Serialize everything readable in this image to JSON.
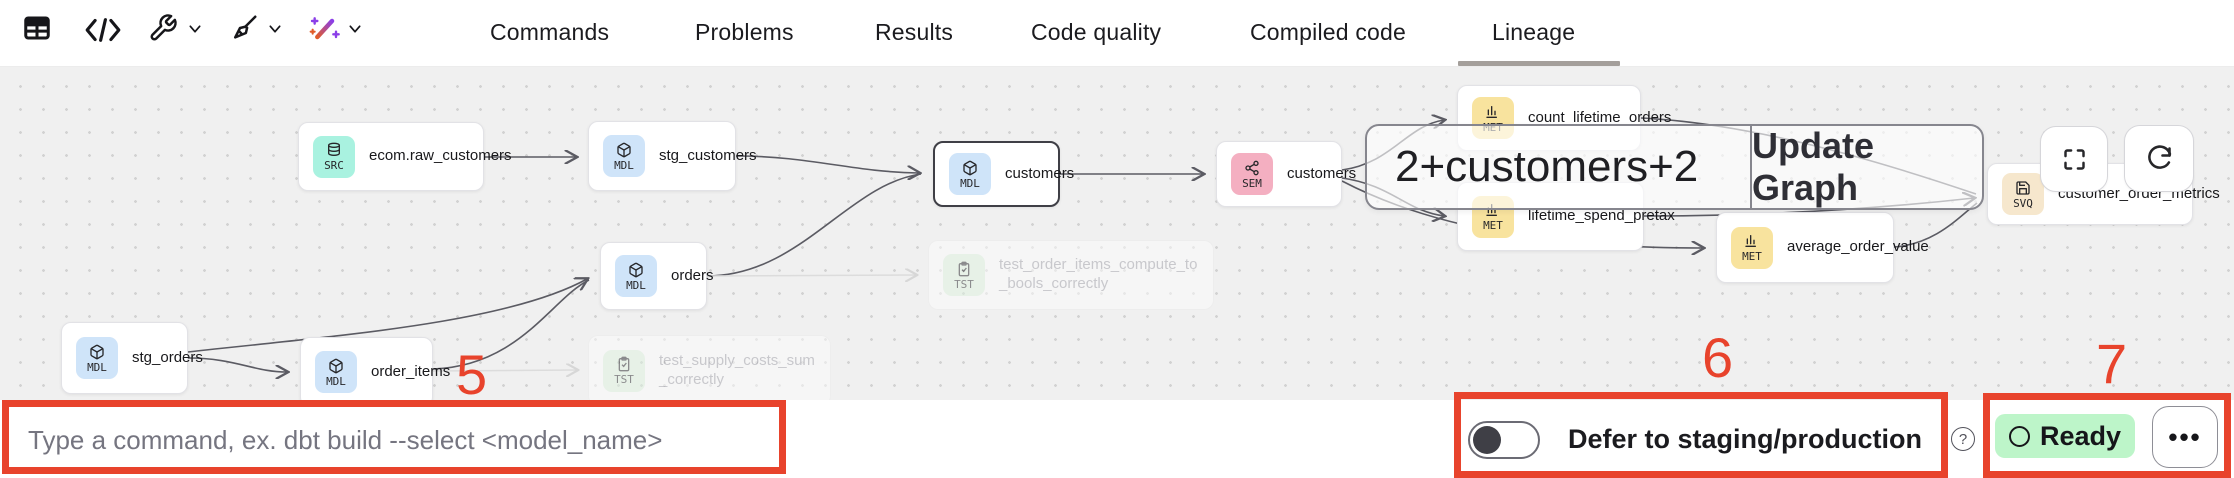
{
  "header": {
    "tabs": [
      {
        "label": "Commands"
      },
      {
        "label": "Problems"
      },
      {
        "label": "Results"
      },
      {
        "label": "Code quality"
      },
      {
        "label": "Compiled code"
      },
      {
        "label": "Lineage",
        "active": true
      }
    ]
  },
  "graph": {
    "nodes": [
      {
        "label": "ecom.raw_customers",
        "badge": "SRC"
      },
      {
        "label": "stg_customers",
        "badge": "MDL"
      },
      {
        "label": "customers",
        "badge": "MDL",
        "selected": true
      },
      {
        "label": "customers",
        "badge": "SEM"
      },
      {
        "label": "stg_orders",
        "badge": "MDL"
      },
      {
        "label": "order_items",
        "badge": "MDL"
      },
      {
        "label": "orders",
        "badge": "MDL"
      },
      {
        "label": "test_order_items_compute_to_bools_correctly",
        "badge": "TST",
        "muted": true
      },
      {
        "label": "test_supply_costs_sum_correctly",
        "badge": "TST",
        "muted": true
      },
      {
        "label": "count_lifetime_orders",
        "badge": "MET"
      },
      {
        "label": "lifetime_spend_pretax",
        "badge": "MET"
      },
      {
        "label": "average_order_value",
        "badge": "MET"
      },
      {
        "label": "customer_order_metrics",
        "badge": "SVQ"
      }
    ],
    "selector": {
      "expression": "2+customers+2",
      "button_label": "Update Graph"
    }
  },
  "footer": {
    "command_input_placeholder": "Type a command, ex. dbt build --select <model_name>",
    "defer_toggle_label": "Defer to staging/production",
    "help_label": "?",
    "status_label": "Ready",
    "more_label": "•••"
  },
  "annotations": {
    "numbers": [
      "5",
      "6",
      "7"
    ],
    "color": "#e8432c"
  },
  "colors": {
    "badge_src": "#a9f2e0",
    "badge_mdl": "#cfe4f9",
    "badge_sem": "#f4afc1",
    "badge_met": "#f8e39e",
    "badge_tst": "#dff2e0",
    "badge_svq": "#f6e7cd",
    "ready_bg": "#bdf5c9",
    "annotation_red": "#e8432c",
    "canvas_bg": "#f0f0f0"
  }
}
